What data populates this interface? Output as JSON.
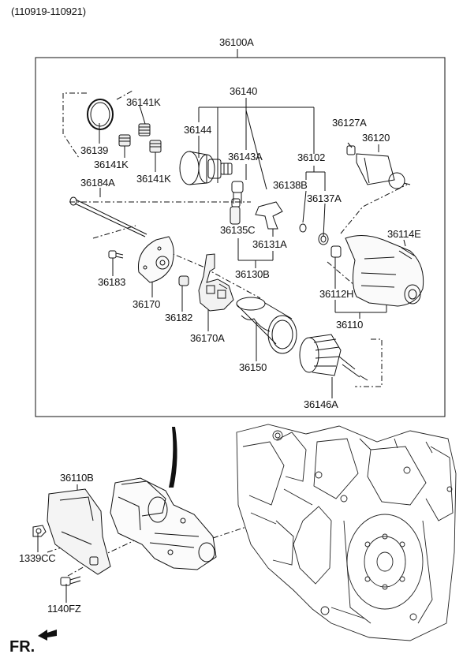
{
  "date_range": "(110919-110921)",
  "fr_mark": "FR.",
  "parts": {
    "assembly": "36100A",
    "p36140": "36140",
    "p36141k_a": "36141K",
    "p36141k_b": "36141K",
    "p36141k_c": "36141K",
    "p36139": "36139",
    "p36144": "36144",
    "p36143a": "36143A",
    "p36102": "36102",
    "p36127a": "36127A",
    "p36120": "36120",
    "p36138b": "36138B",
    "p36137a": "36137A",
    "p36184a": "36184A",
    "p36135c": "36135C",
    "p36131a": "36131A",
    "p36114e": "36114E",
    "p36183": "36183",
    "p36130b": "36130B",
    "p36112h": "36112H",
    "p36170": "36170",
    "p36182": "36182",
    "p36110": "36110",
    "p36170a": "36170A",
    "p36150": "36150",
    "p36146a": "36146A",
    "p36110b": "36110B",
    "p1339cc": "1339CC",
    "p1140fz": "1140FZ"
  }
}
